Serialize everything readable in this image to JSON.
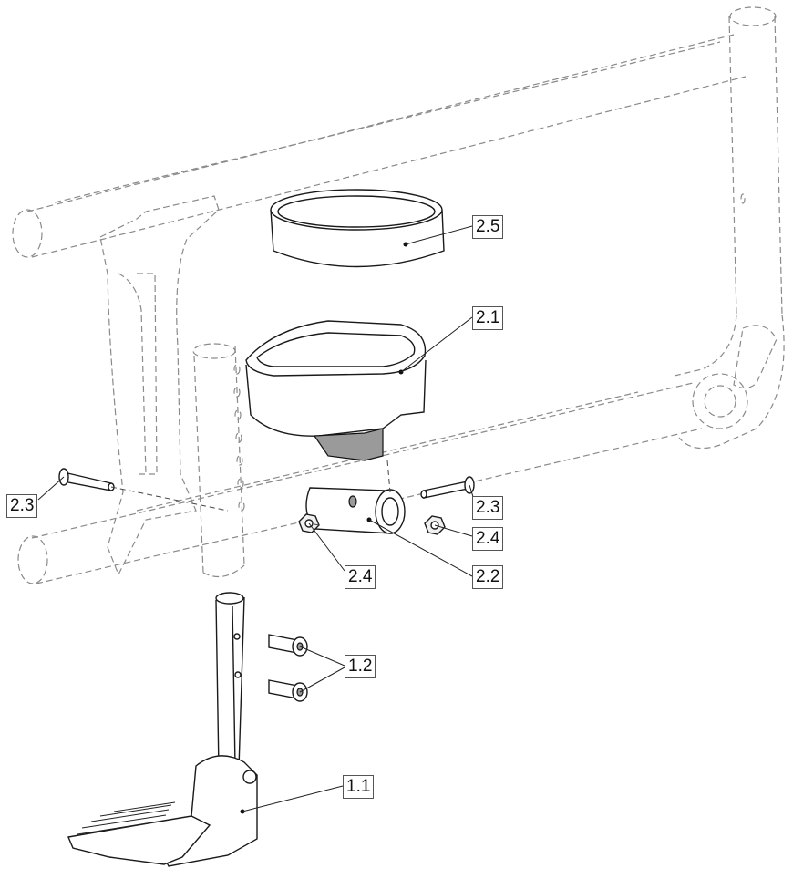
{
  "callouts": [
    {
      "id": "c25",
      "text": "2.5"
    },
    {
      "id": "c21",
      "text": "2.1"
    },
    {
      "id": "c23l",
      "text": "2.3"
    },
    {
      "id": "c23r",
      "text": "2.3"
    },
    {
      "id": "c24r",
      "text": "2.4"
    },
    {
      "id": "c24l",
      "text": "2.4"
    },
    {
      "id": "c22",
      "text": "2.2"
    },
    {
      "id": "c12",
      "text": "1.2"
    },
    {
      "id": "c11",
      "text": "1.1"
    }
  ]
}
